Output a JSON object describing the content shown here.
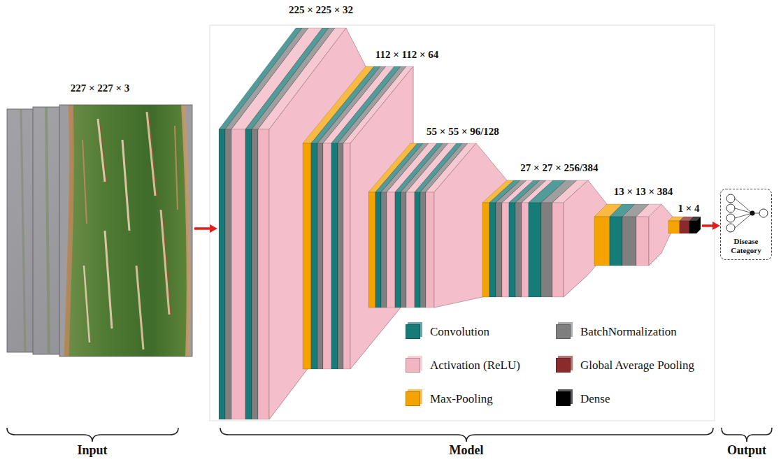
{
  "diagram": {
    "nodes": [
      {
        "text": [
          "227 × 227 × 3"
        ]
      },
      {
        "text": [
          "225 × 225 × 32"
        ]
      },
      {
        "text": [
          "112 × 112 × 64"
        ]
      },
      {
        "text": [
          "55 × 55 × 96/128"
        ]
      },
      {
        "text": [
          "27 × 27 × 256/384"
        ]
      },
      {
        "text": [
          "13 × 13 × 384"
        ]
      },
      {
        "text": [
          "1 × 4"
        ]
      },
      {
        "text": [
          "Disease Category"
        ]
      }
    ],
    "edges": [
      {
        "from": 0,
        "to": 1,
        "arrow": "to"
      },
      {
        "from": 6,
        "to": 7,
        "arrow": "to"
      }
    ],
    "labels": [
      "Input",
      "Model",
      "Output"
    ],
    "legend": [
      {
        "text": "Convolution",
        "color": "#177b78"
      },
      {
        "text": "BatchNormalization",
        "color": "#7f7f7f"
      },
      {
        "text": "Activation (ReLU)",
        "color": "#f2b6c3"
      },
      {
        "text": "Global Average Pooling",
        "color": "#8b2a2a"
      },
      {
        "text": "Max-Pooling",
        "color": "#f5a300"
      },
      {
        "text": "Dense",
        "color": "#000000"
      }
    ]
  }
}
